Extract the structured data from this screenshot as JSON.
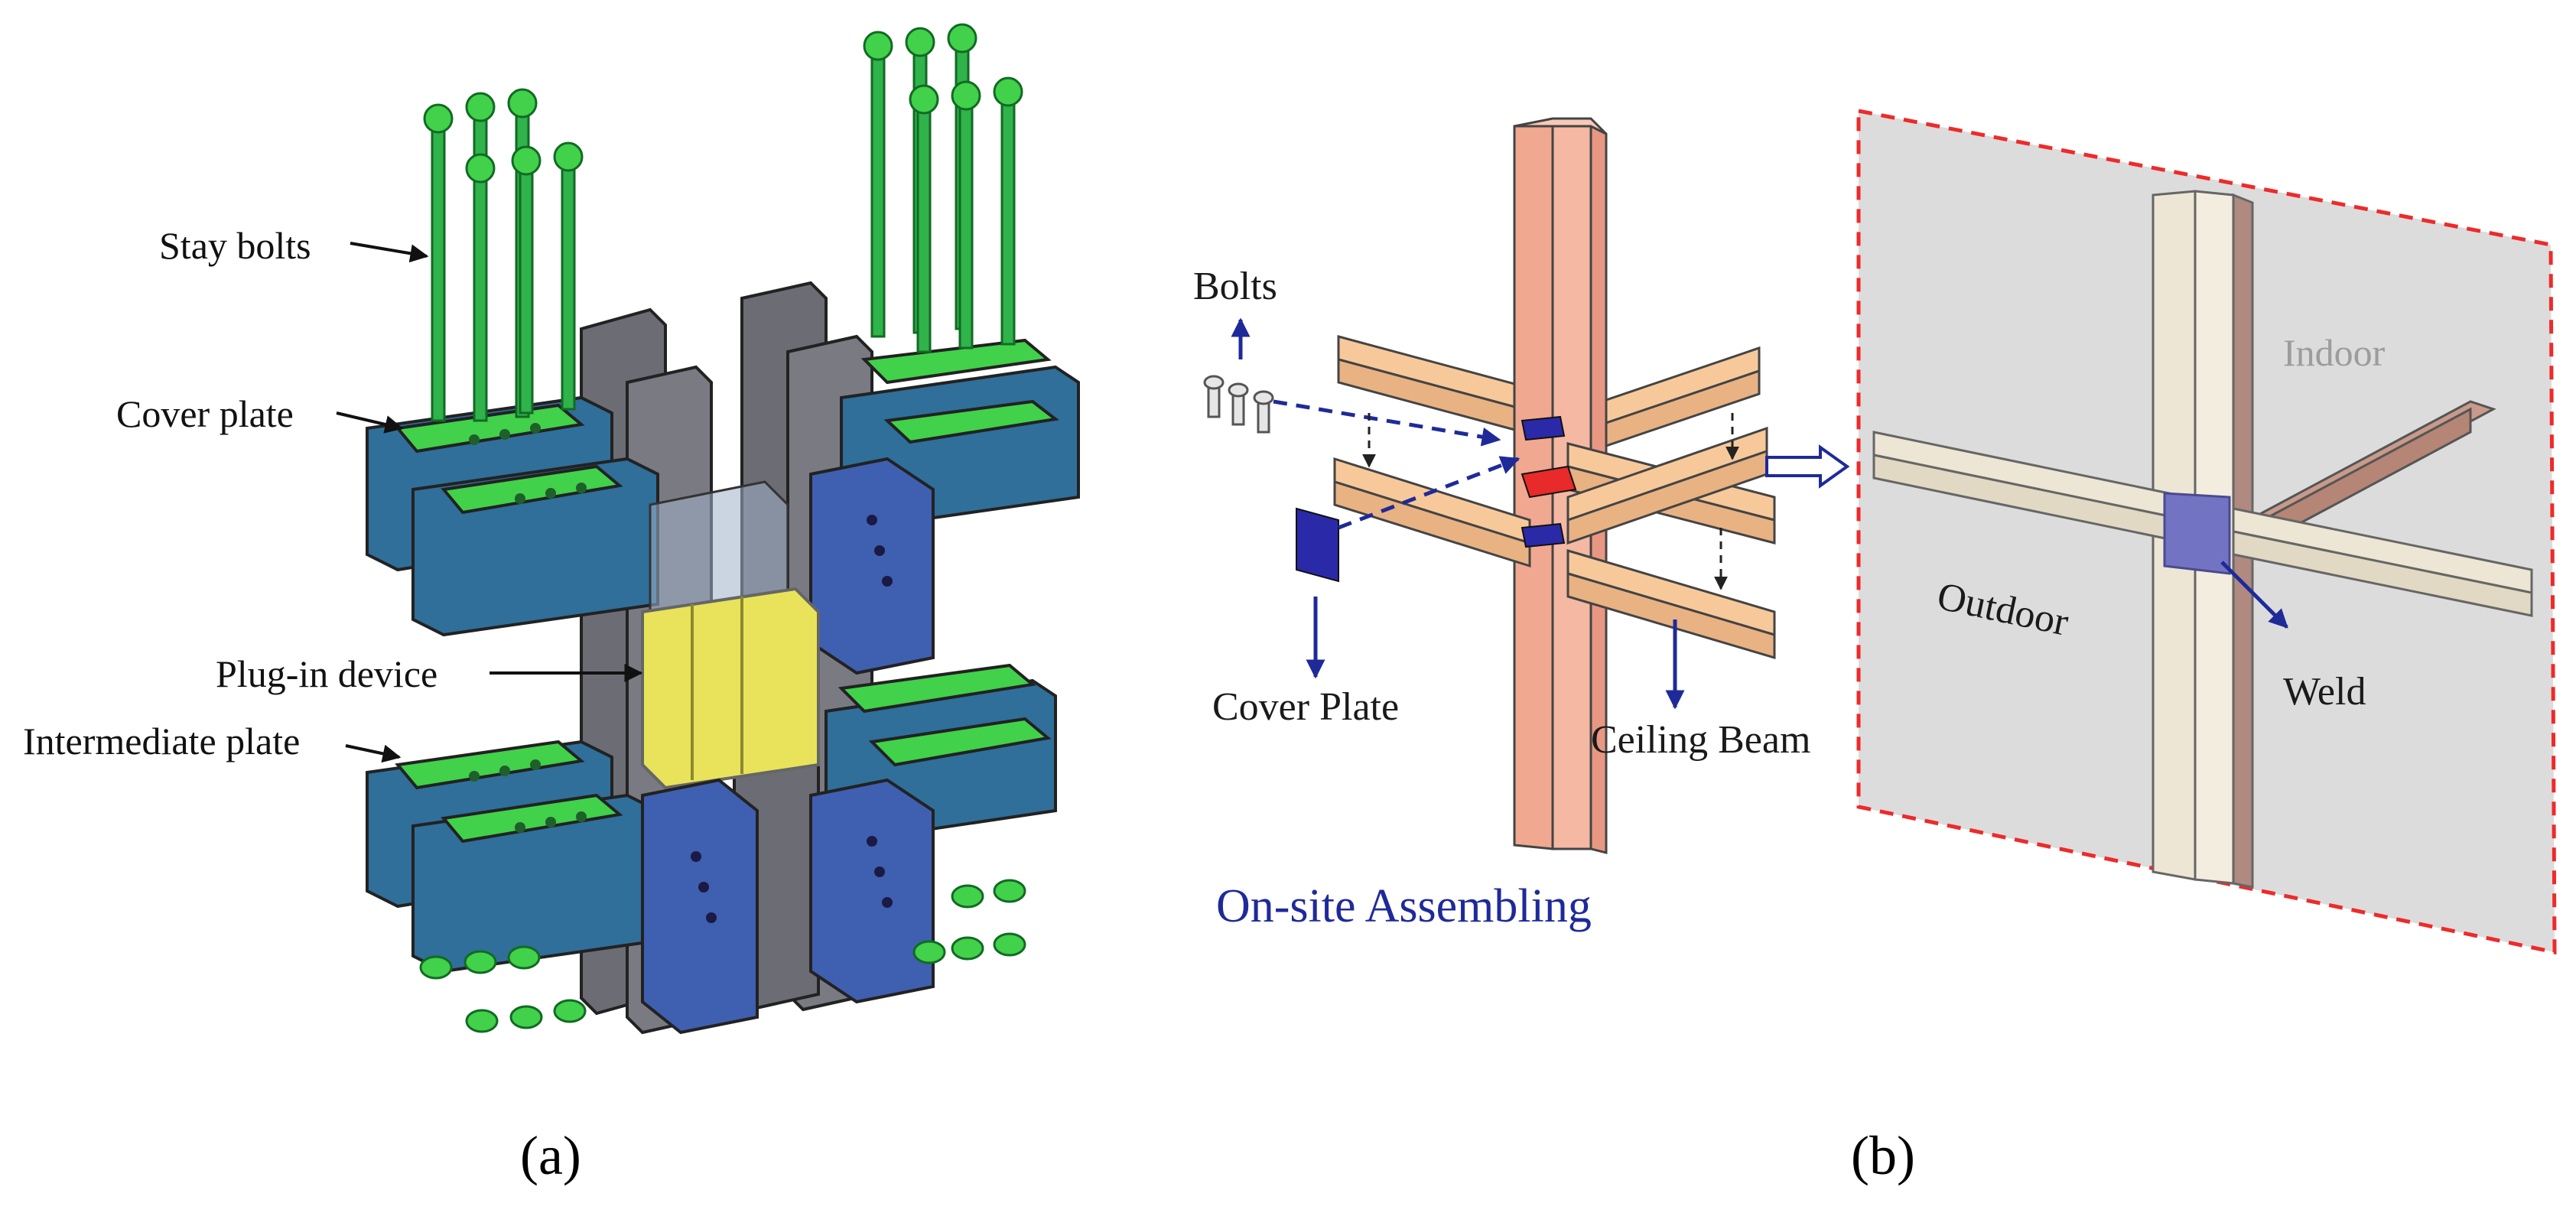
{
  "panel_a": {
    "letter": "(a)",
    "labels": {
      "stay_bolts": "Stay bolts",
      "cover_plate": "Cover plate",
      "plug_in_device": "Plug-in device",
      "intermediate_plate": "Intermediate plate"
    }
  },
  "panel_b": {
    "letter": "(b)",
    "labels": {
      "bolts": "Bolts",
      "cover_plate": "Cover Plate",
      "ceiling_beam": "Ceiling Beam",
      "on_site_assembling": "On-site Assembling",
      "indoor": "Indoor",
      "outdoor": "Outdoor",
      "weld": "Weld"
    }
  },
  "colors": {
    "bolt_green": "#2fb34a",
    "plate_green": "#41d14a",
    "beam_blue": "#2f6f9a",
    "beam_blue_side": "#3f5fb0",
    "column_gray": "#6c6c74",
    "plug_yellow": "#e8e35a",
    "column_salmon": "#f0a890",
    "beam_tan": "#f7c99a",
    "annotation_blue": "#1f2a99",
    "dashed_red": "#ee2a2a",
    "weld_purple": "#7373c4",
    "panel_gray": "#dcdcdc"
  }
}
